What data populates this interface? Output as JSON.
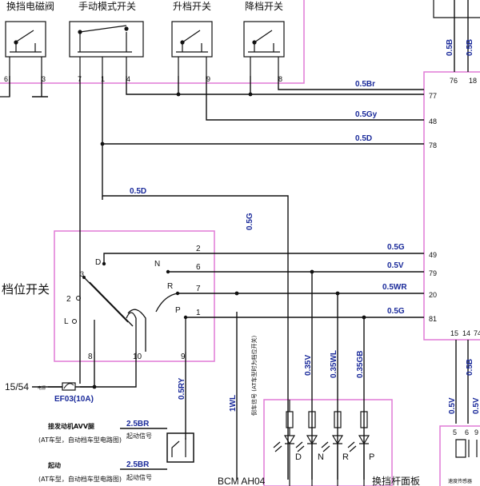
{
  "top_switches": {
    "shift_solenoid": "换挡电磁阀",
    "manual_mode_switch": "手动模式开关",
    "upshift_switch": "升档开关",
    "downshift_switch": "降档开关",
    "pins": [
      "6",
      "3",
      "7",
      "1",
      "4",
      "9",
      "8"
    ]
  },
  "wire_labels": {
    "top_left_a": "0.5B",
    "top_left_b": "0.5B",
    "br": "0.5Br",
    "gy": "0.5Gy",
    "d1": "0.5D",
    "d2": "0.5D",
    "g_v": "0.5G",
    "g1": "0.5G",
    "v": "0.5V",
    "wr": "0.5WR",
    "g2": "0.5G",
    "v035": "0.35V",
    "wl035": "0.35WL",
    "gb035": "0.35GB",
    "ry": "0.5RY",
    "wl1": "1WL",
    "br25a": "2.5BR",
    "br25b": "2.5BR",
    "b_right": "0.5B",
    "v_right": "0.5V",
    "v2_right": "0.5V"
  },
  "connector_pins": {
    "top": [
      "76",
      "18"
    ],
    "left": [
      "77",
      "48",
      "78",
      "49",
      "79",
      "20",
      "81"
    ],
    "bottom": [
      "15",
      "14",
      "74"
    ],
    "lower_box": [
      "5",
      "6",
      "9"
    ]
  },
  "gear_switch": {
    "title": "档位开关",
    "gear_d": "D",
    "gear_n": "N",
    "gear_r": "R",
    "gear_p": "P",
    "gear_2": "2",
    "gear_l": "L",
    "pin_2": "2",
    "pin_6": "6",
    "pin_7": "7",
    "pin_1": "1",
    "pin_3": "3",
    "pin_8": "8",
    "pin_10": "10",
    "pin_9": "9"
  },
  "power": {
    "supply": "15/54",
    "supply_suffix": "电源",
    "fuse": "EF03(10A)"
  },
  "vertical_notes": {
    "bcm_signal": "倒车信号 (AT车型时为档位开关)"
  },
  "relay_labels": {
    "avv_title": "接发动机AVV腿",
    "avv_note": "(AT车型，自动档车型电路图)",
    "avv_signal": "起动信号",
    "relay_title": "起动",
    "relay_note": "(AT车型，自动档车型电路图)",
    "relay_signal": "起动信号"
  },
  "indicator_panel": {
    "d": "D",
    "n": "N",
    "r": "R",
    "p": "P",
    "title": "换挡杆面板"
  },
  "bcm_label": "BCM AH04",
  "ecu_label": "速度传感器",
  "colors": {
    "magenta": "#e07ad6",
    "wire_label_blue": "#1a2a9a"
  }
}
